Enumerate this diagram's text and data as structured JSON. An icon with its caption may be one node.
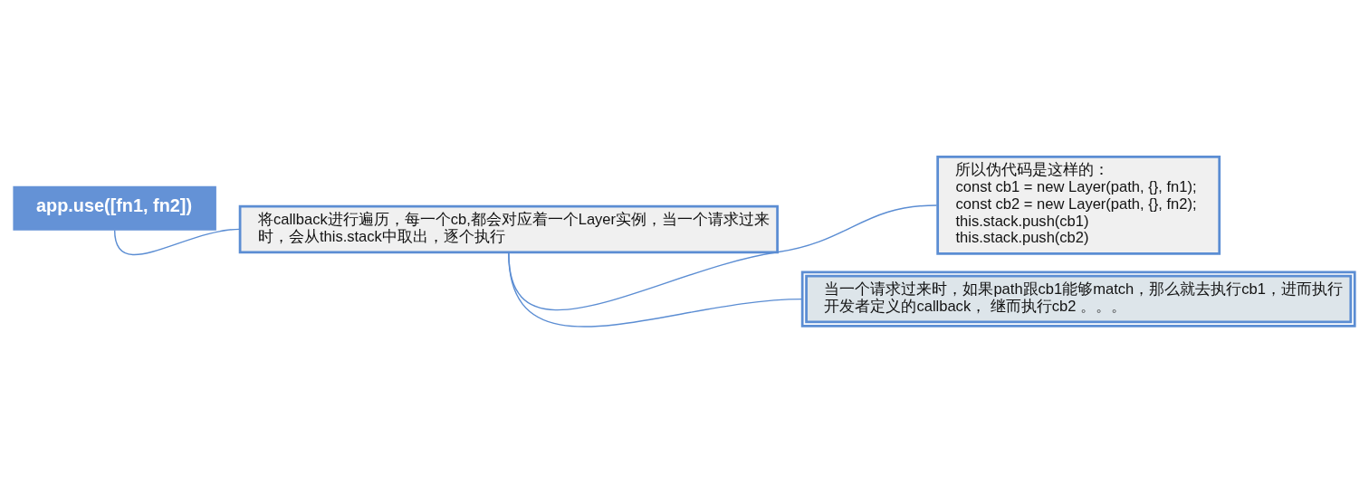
{
  "diagram": {
    "nodes": [
      {
        "text": [
          "app.use([fn1, fn2])"
        ]
      },
      {
        "text": [
          "将callback进行遍历，每一个cb,都会对应着一个Layer实例，当一个请求过来时，会从this.stack中取出，逐个执行"
        ]
      },
      {
        "text": [
          "所以伪代码是这样的：",
          "const cb1 = new Layer(path, {}, fn1);",
          "const cb2 = new Layer(path, {}, fn2);",
          "this.stack.push(cb1)",
          "this.stack.push(cb2)"
        ]
      },
      {
        "text": [
          "当一个请求过来时，如果path跟cb1能够match，那么就去执行cb1，进而执行开发者定义的callback， 继而执行cb2 。。。"
        ]
      }
    ],
    "edges": [
      {
        "from": 0,
        "to": 1,
        "arrow": "none"
      },
      {
        "from": 1,
        "to": 2,
        "arrow": "none"
      },
      {
        "from": 1,
        "to": 3,
        "arrow": "none"
      }
    ]
  }
}
